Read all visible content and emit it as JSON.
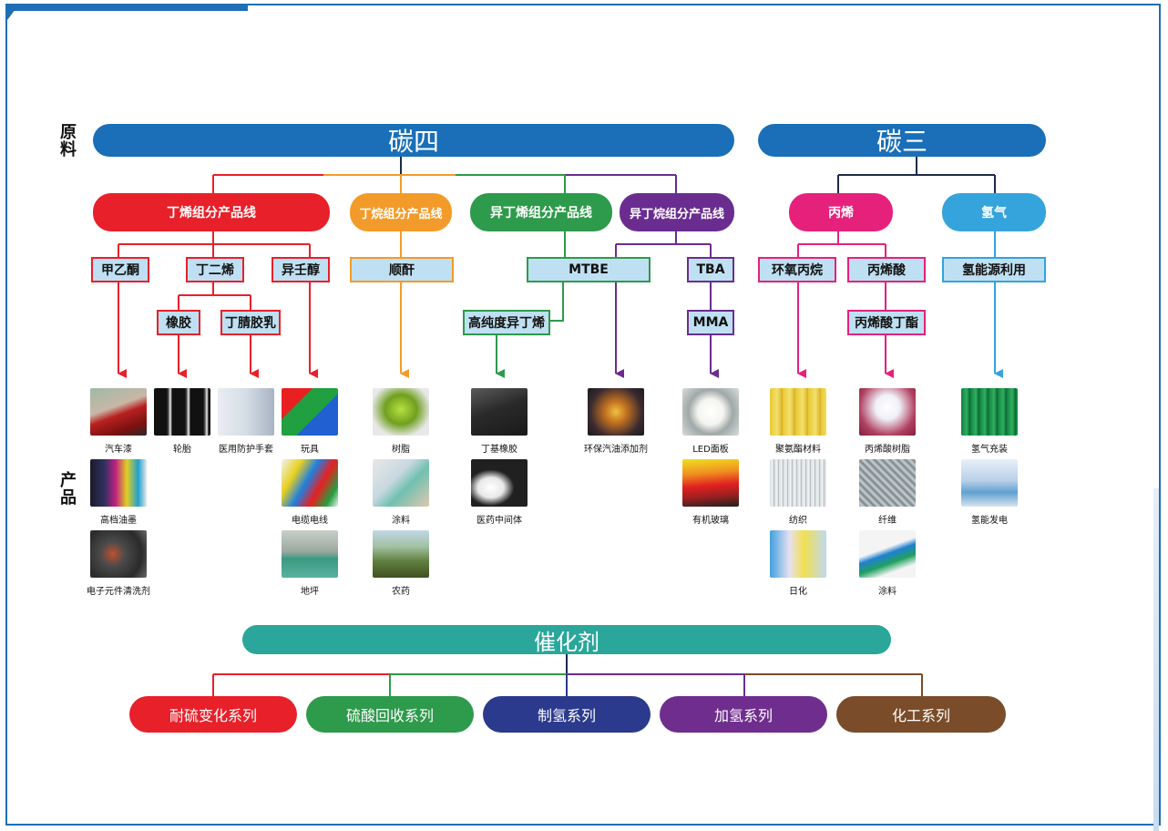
{
  "side_labels": {
    "raw": "原料",
    "products": "产品"
  },
  "feedstocks": {
    "c4": "碳四",
    "c3": "碳三"
  },
  "lines": {
    "butene": "丁烯组分产品线",
    "butane": "丁烷组分产品线",
    "isobutene": "异丁烯组分产品线",
    "isobutane": "异丁烷组分产品线",
    "propylene": "丙烯",
    "hydrogen": "氢气"
  },
  "intermediates": {
    "mek": "甲乙酮",
    "butadiene": "丁二烯",
    "isononanol": "异壬醇",
    "rubber": "橡胶",
    "nbr_latex": "丁腈胶乳",
    "maleic": "顺酐",
    "mtbe": "MTBE",
    "tba": "TBA",
    "hp_isobutene": "高纯度异丁烯",
    "mma": "MMA",
    "epoxy_propane": "环氧丙烷",
    "acrylic_acid": "丙烯酸",
    "h2_use": "氢能源利用",
    "butyl_acrylate": "丙烯酸丁酯"
  },
  "products": [
    {
      "label": "汽车漆",
      "icon": "car-paint-photo"
    },
    {
      "label": "高档油墨",
      "icon": "ink-bottles-photo"
    },
    {
      "label": "电子元件清洗剂",
      "icon": "circuit-board-photo"
    },
    {
      "label": "轮胎",
      "icon": "tires-photo"
    },
    {
      "label": "医用防护手套",
      "icon": "protective-suit-photo"
    },
    {
      "label": "玩具",
      "icon": "toy-blocks-photo"
    },
    {
      "label": "电缆电线",
      "icon": "cables-photo"
    },
    {
      "label": "地坪",
      "icon": "floor-photo"
    },
    {
      "label": "树脂",
      "icon": "resin-photo"
    },
    {
      "label": "涂料",
      "icon": "paint-roller-photo"
    },
    {
      "label": "农药",
      "icon": "crop-spray-photo"
    },
    {
      "label": "丁基橡胶",
      "icon": "rubber-roll-photo"
    },
    {
      "label": "医药中间体",
      "icon": "white-powder-photo"
    },
    {
      "label": "环保汽油添加剂",
      "icon": "engine-photo"
    },
    {
      "label": "LED面板",
      "icon": "led-panel-photo"
    },
    {
      "label": "有机玻璃",
      "icon": "acrylic-sheets-photo"
    },
    {
      "label": "聚氨酯材料",
      "icon": "polyurethane-photo"
    },
    {
      "label": "纺织",
      "icon": "textile-photo"
    },
    {
      "label": "日化",
      "icon": "detergent-photo"
    },
    {
      "label": "丙烯酸树脂",
      "icon": "resin-pellets-photo"
    },
    {
      "label": "纤维",
      "icon": "fiber-photo"
    },
    {
      "label": "涂料",
      "icon": "coating-photo"
    },
    {
      "label": "氢气充装",
      "icon": "gas-cylinders-photo"
    },
    {
      "label": "氢能发电",
      "icon": "power-plant-photo"
    }
  ],
  "catalyst": {
    "title": "催化剂",
    "series": [
      "耐硫变化系列",
      "硫酸回收系列",
      "制氢系列",
      "加氢系列",
      "化工系列"
    ]
  },
  "colors": {
    "blue": "#1a6fb8",
    "red": "#e8202a",
    "orange": "#f39b2a",
    "green": "#2e9a4b",
    "purple": "#6a2d8f",
    "magenta": "#e5217b",
    "sky": "#35a3dc",
    "teal": "#2aa69b",
    "navy": "#2b3a8c",
    "cat_purple": "#6f2e8e",
    "brown": "#7a4c29"
  }
}
